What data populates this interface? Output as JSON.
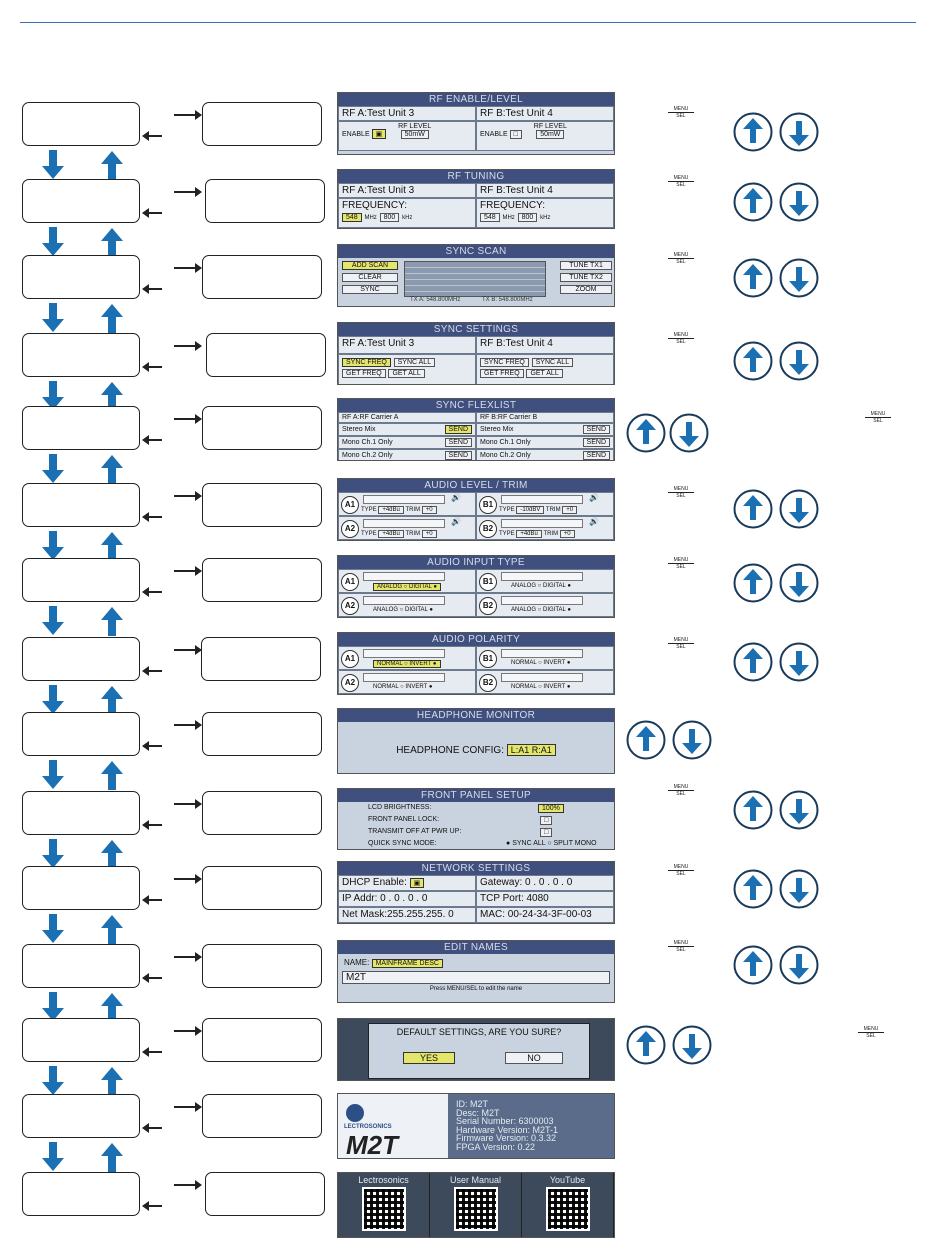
{
  "nav": {
    "menu_label": "MENU",
    "sel_label": "SEL"
  },
  "rf_enable": {
    "title": "RF ENABLE/LEVEL",
    "a_name": "RF A:Test Unit 3",
    "b_name": "RF B:Test Unit 4",
    "enable_label": "ENABLE",
    "level_label": "RF LEVEL",
    "a_level": "50mW",
    "b_level": "50mW"
  },
  "rf_tuning": {
    "title": "RF TUNING",
    "a_name": "RF A:Test Unit 3",
    "b_name": "RF B:Test Unit 4",
    "freq_label": "FREQUENCY:",
    "a_mhz": "548",
    "a_khz": "800",
    "b_mhz": "548",
    "b_khz": "800",
    "mhz": "MHz",
    "khz": "kHz"
  },
  "sync_scan": {
    "title": "SYNC SCAN",
    "add_scan": "ADD SCAN",
    "clear": "CLEAR",
    "sync": "SYNC",
    "tune_tx1": "TUNE TX1",
    "tune_tx2": "TUNE TX2",
    "zoom": "ZOOM",
    "foot_a": "TX A: 548.800MHz",
    "foot_b": "TX B: 548.800MHz"
  },
  "sync_settings": {
    "title": "SYNC SETTINGS",
    "a_name": "RF A:Test Unit 3",
    "b_name": "RF B:Test Unit 4",
    "sync_freq": "SYNC FREQ",
    "sync_all": "SYNC ALL",
    "get_freq": "GET FREQ",
    "get_all": "GET ALL"
  },
  "sync_flexlist": {
    "title": "SYNC FLEXLIST",
    "a_name": "RF A:RF Carrier A",
    "b_name": "RF B:RF Carrier B",
    "rows": [
      "Stereo Mix",
      "Mono Ch.1 Only",
      "Mono Ch.2 Only"
    ],
    "send": "SEND"
  },
  "audio_level": {
    "title": "AUDIO LEVEL / TRIM",
    "channels": [
      "A1",
      "A2",
      "B1",
      "B2"
    ],
    "type_label": "TYPE",
    "trim_label": "TRIM",
    "a_type": "+4dBu",
    "b1_type": "-10dBV",
    "b2_type": "+4dBu",
    "trim": "+0"
  },
  "audio_input": {
    "title": "AUDIO INPUT TYPE",
    "channels": [
      "A1",
      "A2",
      "B1",
      "B2"
    ],
    "analog": "ANALOG",
    "digital": "DIGITAL"
  },
  "audio_polarity": {
    "title": "AUDIO POLARITY",
    "channels": [
      "A1",
      "A2",
      "B1",
      "B2"
    ],
    "normal": "NORMAL",
    "invert": "INVERT"
  },
  "headphone": {
    "title": "HEADPHONE MONITOR",
    "label": "HEADPHONE CONFIG:",
    "value": "L:A1 R:A1"
  },
  "front_panel": {
    "title": "FRONT PANEL SETUP",
    "brightness_label": "LCD BRIGHTNESS:",
    "brightness": "100%",
    "lock_label": "FRONT PANEL LOCK:",
    "transmit_label": "TRANSMIT OFF AT PWR UP:",
    "quick_sync_label": "QUICK SYNC MODE:",
    "sync_all": "SYNC ALL",
    "split_mono": "SPLIT MONO"
  },
  "network": {
    "title": "NETWORK SETTINGS",
    "dhcp": "DHCP Enable:",
    "gateway": "Gateway:  0 . 0 . 0 . 0",
    "ip": "IP Addr:    0 . 0 . 0 . 0",
    "tcp": "TCP Port:  4080",
    "mask": "Net Mask:255.255.255.  0",
    "mac": "MAC: 00-24-34-3F-00-03"
  },
  "edit_names": {
    "title": "EDIT NAMES",
    "name_label": "NAME:",
    "name_value": "MAINFRAME DESC",
    "text": "M2T",
    "hint": "Press MENU/SEL to edit the name"
  },
  "defaults": {
    "question": "DEFAULT SETTINGS, ARE YOU SURE?",
    "yes": "YES",
    "no": "NO"
  },
  "about": {
    "brand": "LECTROSONICS",
    "model": "M2T",
    "id": "ID: M2T",
    "desc": "Desc: M2T",
    "serial": "Serial Number: 6300003",
    "hardware": "Hardware Version: M2T-1",
    "firmware": "Firmware Version: 0.3.32",
    "fpga": "FPGA Version: 0.22"
  },
  "links": {
    "columns": [
      "Lectrosonics",
      "User Manual",
      "YouTube"
    ]
  }
}
